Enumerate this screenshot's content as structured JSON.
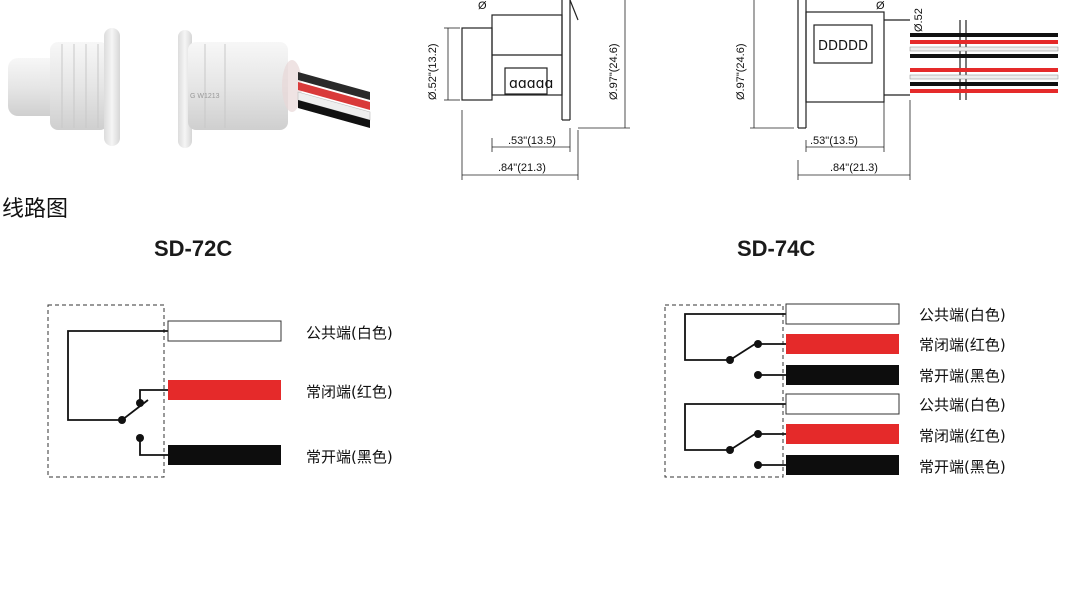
{
  "section_title": "线路图",
  "models": {
    "left": "SD-72C",
    "right": "SD-74C"
  },
  "photo_marking": "G W1213",
  "drawing_left": {
    "dims": {
      "d_body": "Ø.52\"(13.2)",
      "d_flange": "Ø.97\"(24.6)",
      "len_short": ".53\"(13.5)",
      "len_total": ".84\"(21.3)",
      "d_top": "Ø"
    },
    "spring": "ɑɑɑɑɑ"
  },
  "drawing_right": {
    "dims": {
      "d_flange": "Ø.97\"(24.6)",
      "len_short": ".53\"(13.5)",
      "len_total": ".84\"(21.3)",
      "d_top": "Ø",
      "d_top2": "Ø.52"
    },
    "spring": "DDDDD"
  },
  "sd72c_terminals": [
    {
      "label": "公共端(白色)",
      "color": "#ffffff"
    },
    {
      "label": "常闭端(红色)",
      "color": "#e52a2a"
    },
    {
      "label": "常开端(黑色)",
      "color": "#0d0d0d"
    }
  ],
  "sd74c_terminals": [
    {
      "label": "公共端(白色)",
      "color": "#ffffff"
    },
    {
      "label": "常闭端(红色)",
      "color": "#e52a2a"
    },
    {
      "label": "常开端(黑色)",
      "color": "#0d0d0d"
    },
    {
      "label": "公共端(白色)",
      "color": "#ffffff"
    },
    {
      "label": "常闭端(红色)",
      "color": "#e52a2a"
    },
    {
      "label": "常开端(黑色)",
      "color": "#0d0d0d"
    }
  ]
}
